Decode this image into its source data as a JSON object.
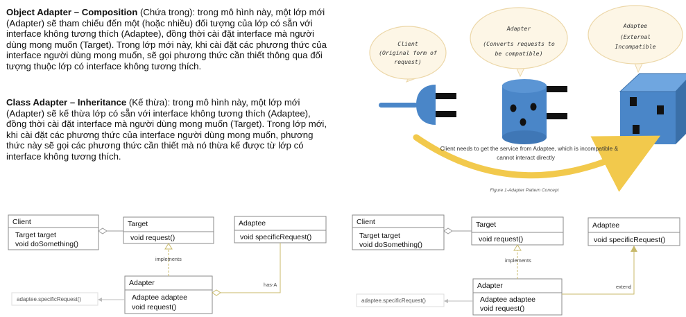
{
  "paragraphs": {
    "object_adapter": {
      "title": "Object Adapter – Composition",
      "text": " (Chứa trong): trong mô hình này, một lớp mới (Adapter) sẽ tham chiếu đến một (hoặc nhiều) đối tượng của lớp có sẵn với interface không tương thích (Adaptee), đồng thời cài đặt interface mà người dùng mong muốn (Target). Trong lớp mới này, khi cài đặt các phương thức của interface người dùng mong muốn, sẽ gọi phương thức cần thiết thông qua đối tượng thuộc lớp có interface không tương thích."
    },
    "class_adapter": {
      "title": "Class Adapter – Inheritance",
      "text": " (Kế thừa): trong mô hình này, một lớp mới (Adapter) sẽ kế thừa lớp có sẵn với interface không tương thích (Adaptee), đồng thời cài đặt interface mà người dùng mong muốn (Target). Trong lớp mới, khi cài đặt các phương thức của interface người dùng mong muốn, phương thức này sẽ gọi các phương thức cần thiết mà nó thừa kế được từ lớp có interface không tương thích."
    }
  },
  "concept_figure": {
    "bubbles": {
      "client": [
        "Client",
        "(Original form of",
        "request)"
      ],
      "adapter": [
        "Adapter",
        "(Converts requests to",
        "be compatible)"
      ],
      "adaptee": [
        "Adaptee",
        "(External",
        "Incompatible"
      ]
    },
    "arrow_text": [
      "Client needs to get the service from Adaptee, which is incompatible &",
      "cannot interact directly"
    ],
    "caption": "Figure 1-Adapter Pattern Concept",
    "colors": {
      "blue": "#4a86c8",
      "bubble_fill": "#fdf6e6",
      "bubble_stroke": "#ecd7a8",
      "arrow": "#f2c94c"
    }
  },
  "object_adapter_uml": {
    "client": {
      "name": "Client",
      "members": [
        "Target target",
        "void doSomething()"
      ]
    },
    "target": {
      "name": "Target",
      "members": [
        "void request()"
      ]
    },
    "adaptee": {
      "name": "Adaptee",
      "members": [
        "void specificRequest()"
      ]
    },
    "adapter": {
      "name": "Adapter",
      "members": [
        "Adaptee adaptee",
        "void request()"
      ]
    },
    "implements_label": "implements",
    "relation_label": "has-A",
    "note": "adaptee.specificRequest()"
  },
  "class_adapter_uml": {
    "client": {
      "name": "Client",
      "members": [
        "Target target",
        "void doSomething()"
      ]
    },
    "target": {
      "name": "Target",
      "members": [
        "void request()"
      ]
    },
    "adaptee": {
      "name": "Adaptee",
      "members": [
        "void specificRequest()"
      ]
    },
    "adapter": {
      "name": "Adapter",
      "members": [
        "Adaptee adaptee",
        "void request()"
      ]
    },
    "implements_label": "implements",
    "relation_label": "extend",
    "note": "adaptee.specificRequest()"
  }
}
